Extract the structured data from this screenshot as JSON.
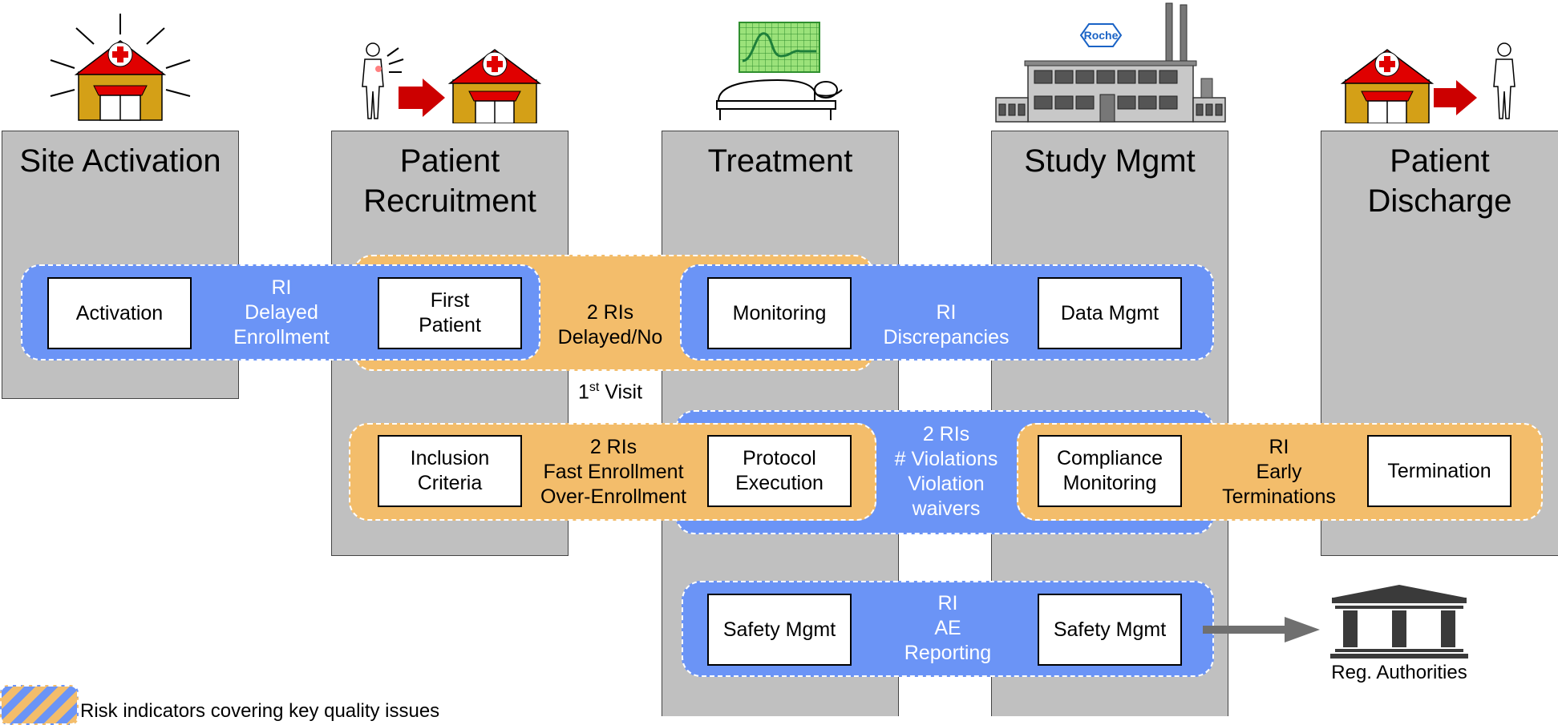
{
  "columns": {
    "site_activation": "Site Activation",
    "patient_recruitment": "Patient\nRecruitment",
    "treatment": "Treatment",
    "study_mgmt": "Study Mgmt",
    "patient_discharge": "Patient\nDischarge"
  },
  "boxes": {
    "activation": "Activation",
    "first_patient": "First\nPatient",
    "monitoring": "Monitoring",
    "data_mgmt": "Data Mgmt",
    "inclusion_criteria": "Inclusion\nCriteria",
    "protocol_execution": "Protocol\nExecution",
    "compliance_monitoring": "Compliance\nMonitoring",
    "termination": "Termination",
    "safety_mgmt_left": "Safety Mgmt",
    "safety_mgmt_right": "Safety Mgmt"
  },
  "risk_indicators": {
    "delayed_enrollment": "RI\nDelayed\nEnrollment",
    "first_visit_line1": "2 RIs\nDelayed/No",
    "first_visit_main": "1",
    "first_visit_sup": "st",
    "first_visit_suffix": " Visit",
    "discrepancies": "RI\nDiscrepancies",
    "fast_enrollment": "2 RIs\nFast Enrollment\nOver-Enrollment",
    "violations": "2 RIs\n# Violations\nViolation\nwaivers",
    "early_terminations": "RI\nEarly\nTerminations",
    "ae_reporting": "RI\nAE\nReporting"
  },
  "logo_text": "Roche",
  "reg_authorities": "Reg. Authorities",
  "legend": "Risk indicators covering key quality issues",
  "colors": {
    "column": "#c0c0c0",
    "orange_band": "#f3bd6b",
    "blue_band": "#6b94f6",
    "hospital_roof": "#e00000",
    "hospital_wall": "#d4a017",
    "arrow": "#cc0000",
    "monitor_screen": "#9be27a",
    "logo_blue": "#1a63c6"
  }
}
